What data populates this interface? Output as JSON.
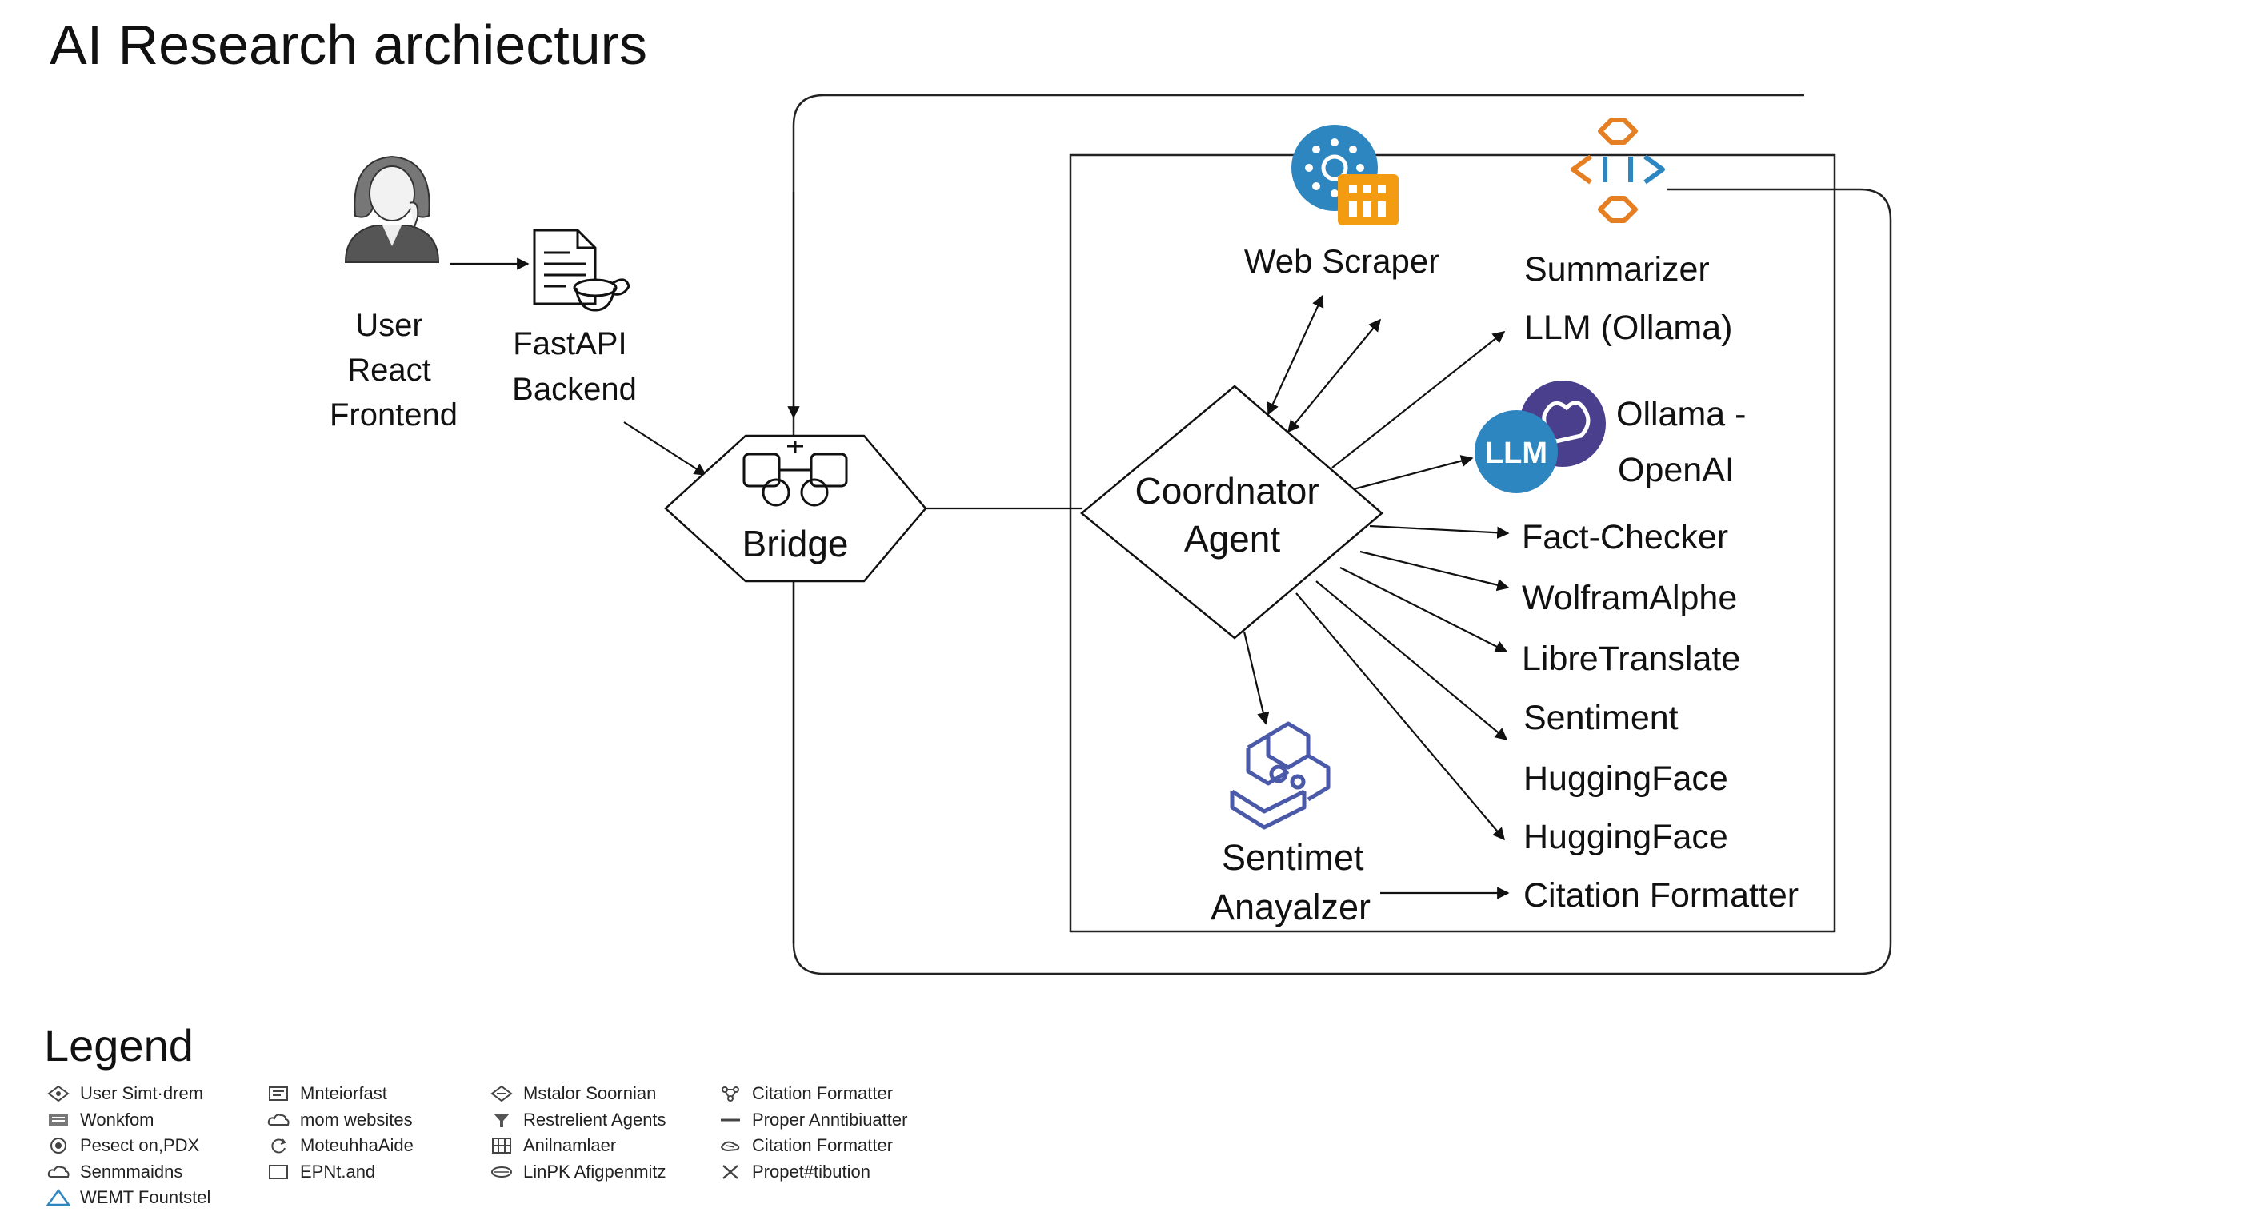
{
  "title": "AI Research archiecturs",
  "nodes": {
    "user": [
      "User",
      "React",
      "Frontend"
    ],
    "fastapi": [
      "FastAPI",
      "Backend"
    ],
    "bridge": "Bridge",
    "coordinator": [
      "Coordnator",
      "Agent"
    ],
    "web_scraper": "Web Scraper",
    "summarizer": "Summarizer",
    "llm_ollama": "LLM (Ollama)",
    "llm_badge": "LLM",
    "ollama_openai": [
      "Ollama -",
      "OpenAI"
    ],
    "fact_checker": "Fact-Checker",
    "wolfram": "WolframAlphe",
    "libretranslate": "LibreTranslate",
    "sentiment": "Sentiment",
    "huggingface_1": "HuggingFace",
    "huggingface_2": "HuggingFace",
    "citation_formatter": "Citation Formatter",
    "sentiment_analyzer": [
      "Sentimet",
      "Anayalzer"
    ]
  },
  "legend": {
    "title": "Legend",
    "columns": [
      [
        {
          "icon": "diamond-icon",
          "label": "User Simt·drem"
        },
        {
          "icon": "server-icon",
          "label": "Wonkfom"
        },
        {
          "icon": "target-icon",
          "label": "Pesect on,PDX"
        },
        {
          "icon": "cloud-icon",
          "label": "Senmmaidns"
        },
        {
          "icon": "triangle-icon",
          "label": "WEMT Fountstel"
        }
      ],
      [
        {
          "icon": "document-icon",
          "label": "Mnteiorfast"
        },
        {
          "icon": "cloud-icon",
          "label": "mom websites"
        },
        {
          "icon": "refresh-icon",
          "label": "MoteuhhaAide"
        },
        {
          "icon": "square-icon",
          "label": "EPNt.and"
        }
      ],
      [
        {
          "icon": "diamond-icon",
          "label": "Mstalor Soornian"
        },
        {
          "icon": "funnel-icon",
          "label": "Restrelient Agents"
        },
        {
          "icon": "grid-icon",
          "label": "Anilnamlaer"
        },
        {
          "icon": "oval-icon",
          "label": "LinPK Afigpenmitz"
        }
      ],
      [
        {
          "icon": "network-icon",
          "label": "Citation Formatter"
        },
        {
          "icon": "line-icon",
          "label": "Proper Anntibiuatter"
        },
        {
          "icon": "hand-icon",
          "label": "Citation Formatter"
        },
        {
          "icon": "cross-icon",
          "label": "Propet#tibution"
        }
      ]
    ]
  },
  "colors": {
    "scraper_blue": "#2e86c1",
    "scraper_orange": "#f39c12",
    "summarizer_orange": "#e67e22",
    "summarizer_blue": "#2e86c1",
    "llm_teal": "#2e86c1",
    "ollama_purple": "#4a3f8c",
    "analyzer_purple": "#4b5aa8"
  }
}
